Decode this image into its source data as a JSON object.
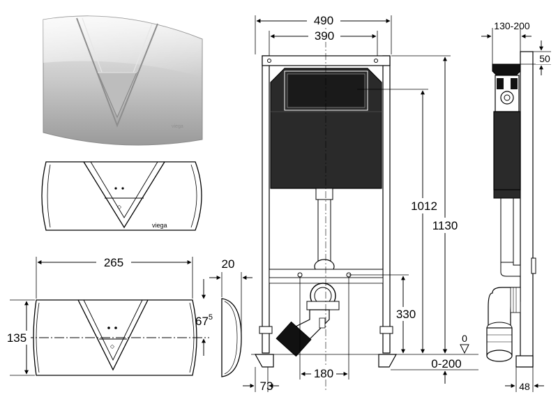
{
  "photo_plate": {
    "brand": "viega"
  },
  "line_drawing_plate": {
    "brand": "viega"
  },
  "plate_dims": {
    "width": "265",
    "height": "135",
    "depth": "20",
    "offset": "67",
    "offset_sup": "5"
  },
  "frame_dims": {
    "outer_width": "490",
    "inner_width": "390",
    "cistern_height": "1012",
    "total_height": "1130",
    "outlet_height": "330",
    "outlet_offset": "180",
    "foot_offset": "73",
    "floor_zero": "0",
    "floor_range": "0-200"
  },
  "side_dims": {
    "depth_range": "130-200",
    "top_offset": "50",
    "bottom_offset": "48"
  }
}
